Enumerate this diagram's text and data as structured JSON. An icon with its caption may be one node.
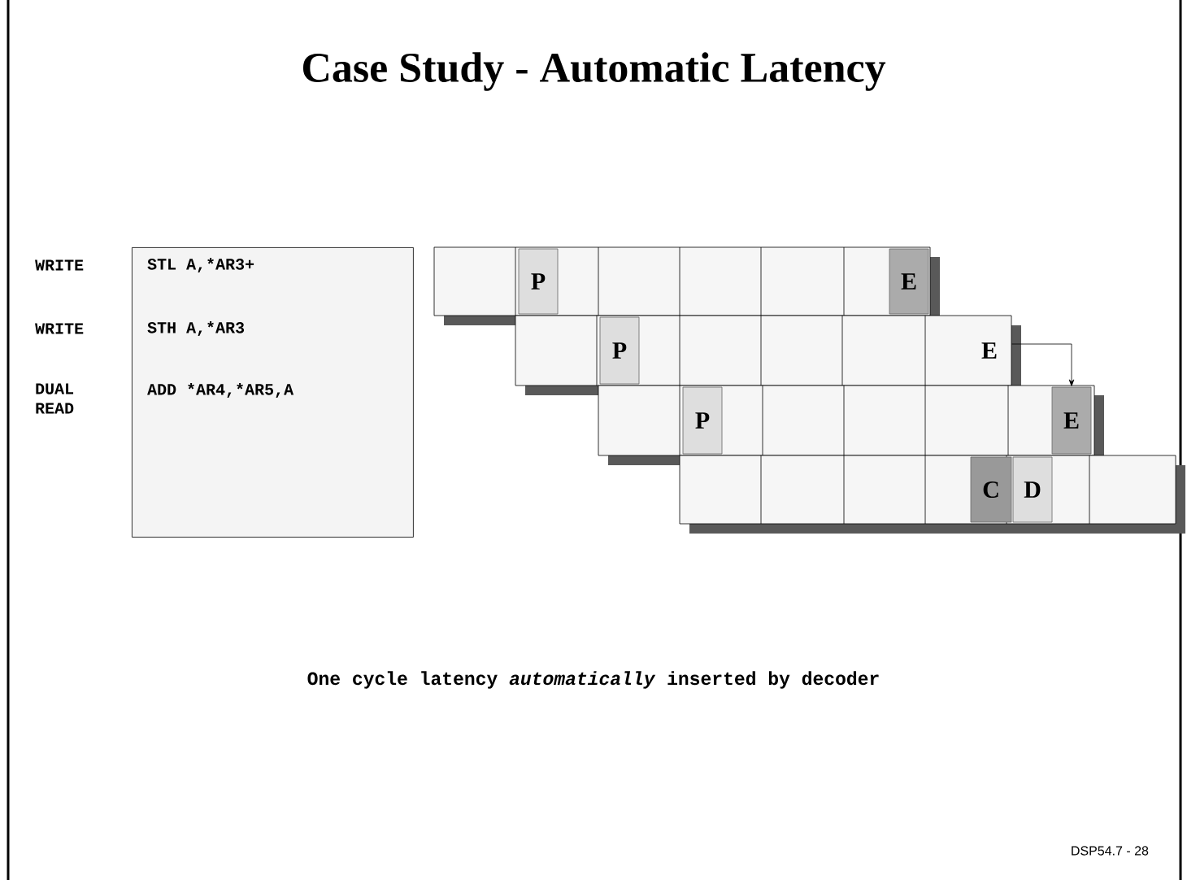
{
  "diagram": {
    "title": "Case Study - Automatic Latency",
    "caption": "One cycle latency *automatically* inserted by decoder",
    "nodes": [
      {
        "text": [
          "STL A,*AR3+",
          "STH A,*AR3",
          "ADD *AR4,*AR5,A"
        ]
      },
      {
        "text": [
          "P"
        ]
      },
      {
        "text": [
          "E"
        ]
      },
      {
        "text": [
          "P"
        ]
      },
      {
        "text": [
          "E"
        ]
      },
      {
        "text": [
          "P"
        ]
      },
      {
        "text": [
          "E"
        ]
      },
      {
        "text": [
          "C"
        ]
      },
      {
        "text": [
          "D"
        ]
      }
    ],
    "edges": [
      {
        "from": 4,
        "to": 6,
        "arrow": "to"
      }
    ],
    "labels": [
      "WRITE",
      "WRITE",
      "DUAL READ",
      "DSP54.7 - 28"
    ]
  }
}
